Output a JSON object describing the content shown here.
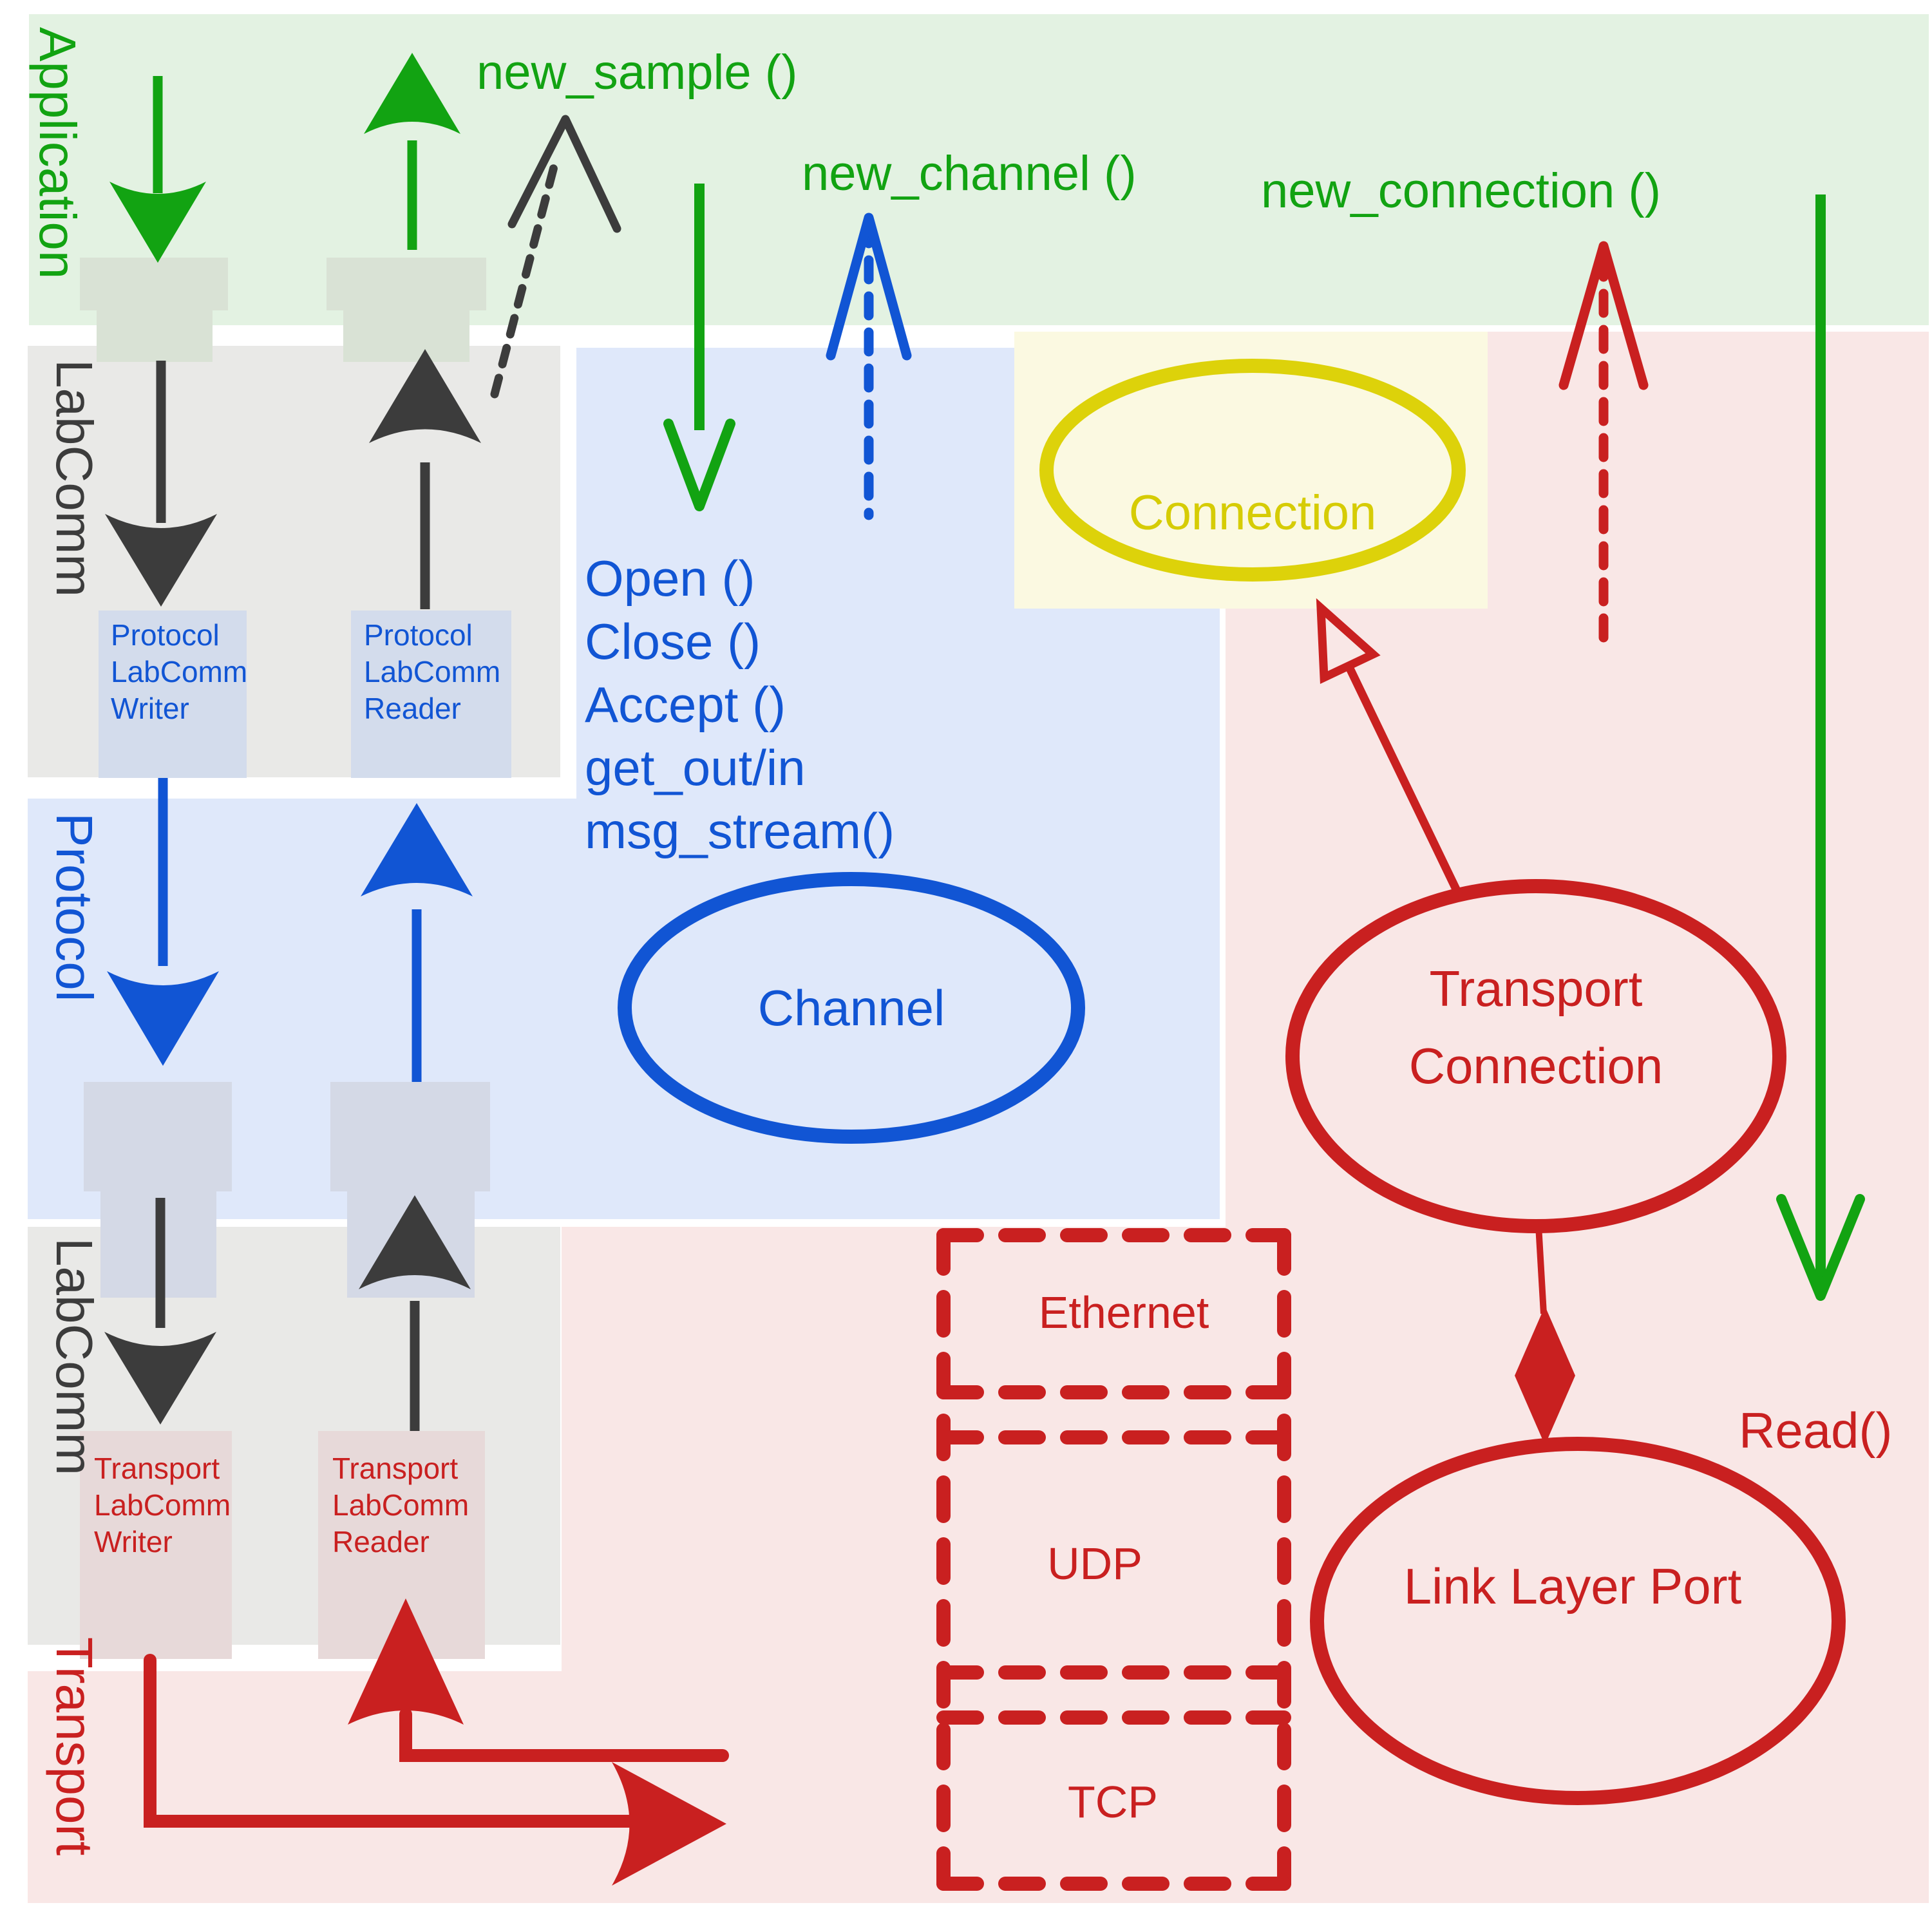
{
  "layers": {
    "application": {
      "label": "Application"
    },
    "labcomm_upper": {
      "label": "LabComm"
    },
    "protocol": {
      "label": "Protocol"
    },
    "labcomm_lower": {
      "label": "LabComm"
    },
    "transport": {
      "label": "Transport"
    }
  },
  "callbacks": {
    "new_sample": "new_sample ()",
    "new_channel": "new_channel ()",
    "new_connection": "new_connection ()",
    "read": "Read()"
  },
  "api": {
    "lines": [
      "Open ()",
      "Close ()",
      "Accept ()",
      "get_out/in",
      "msg_stream()"
    ]
  },
  "nodes": {
    "connection": {
      "label": "Connection"
    },
    "channel": {
      "label": "Channel"
    },
    "transport_connection": {
      "lines": [
        "Transport",
        "Connection"
      ]
    },
    "link_layer_port": {
      "label": "Link Layer Port"
    }
  },
  "boxes": {
    "protocol_writer": {
      "lines": [
        "Protocol",
        "LabComm",
        "Writer"
      ]
    },
    "protocol_reader": {
      "lines": [
        "Protocol",
        "LabComm",
        "Reader"
      ]
    },
    "transport_writer": {
      "lines": [
        "Transport",
        "LabComm",
        "Writer"
      ]
    },
    "transport_reader": {
      "lines": [
        "Transport",
        "LabComm",
        "Reader"
      ]
    }
  },
  "protocols": {
    "ethernet": {
      "label": "Ethernet"
    },
    "udp": {
      "label": "UDP"
    },
    "tcp": {
      "label": "TCP"
    }
  },
  "colors": {
    "green": "#12a312",
    "dark": "#3c3c3c",
    "blue": "#1155d4",
    "red": "#c92020",
    "yellow": "#ddd20a",
    "yellow-text": "#d6cc05",
    "bg-green": "#e3f2e2",
    "bg-gray": "#e9e9e7",
    "bg-blue": "#dfe8fa",
    "bg-pink": "#f9e7e6",
    "bg-yellow": "#fbf9e1",
    "box-blue": "#d3dcec",
    "box-pink": "#e7d9d9",
    "plug-green": "#d9e2d5",
    "plug-blue": "#d4d9e6"
  }
}
